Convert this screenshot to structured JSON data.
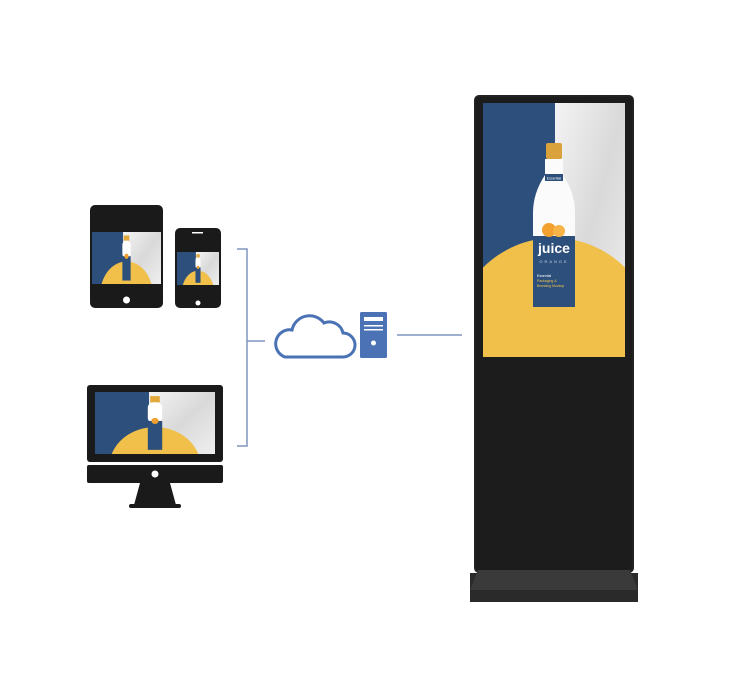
{
  "ad": {
    "bottle_tag": "Essential",
    "brand": "juice",
    "flavor": "ORANGE",
    "tagline_1": "Essential",
    "tagline_2": "Packaging &",
    "tagline_3": "Branding Mockup"
  },
  "colors": {
    "navy": "#2d4f7c",
    "yellow": "#f1c04a",
    "connector": "#7f95be",
    "icon_blue": "#4a72b5",
    "device": "#1a1a1a"
  }
}
